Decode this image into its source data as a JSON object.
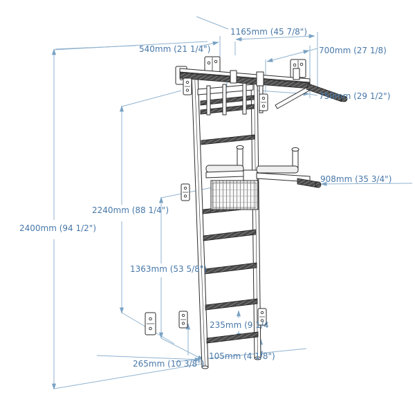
{
  "drawing": {
    "subject": "wall-bars-with-pullup-and-dip-bar-technical-drawing",
    "background_color": "#ffffff",
    "dimension_line_color": "#8fb2cf",
    "dimension_text_color": "#4878a8",
    "structure_line_color": "#2a2a2a",
    "dimensions": {
      "top_width": {
        "label": "1165mm (45 7/8\")"
      },
      "wall_offset": {
        "label": "540mm (21 1/4\")"
      },
      "pullup_mount_width": {
        "label": "700mm (27 1/8)"
      },
      "pullup_bar_length": {
        "label": "750mm (29 1/2\")"
      },
      "dip_handle_depth": {
        "label": "908mm (35 3/4\")"
      },
      "total_height": {
        "label": "2400mm (94 1/2\")"
      },
      "ladder_height": {
        "label": "2240mm (88 1/4\")"
      },
      "lower_section_height": {
        "label": "1363mm (53 5/8\")"
      },
      "rung_spacing": {
        "label": "235mm (9 1/4"
      },
      "base_depth": {
        "label": "265mm (10 3/8\")"
      },
      "bottom_clearance": {
        "label": "105mm (4 1/8\")"
      }
    }
  }
}
